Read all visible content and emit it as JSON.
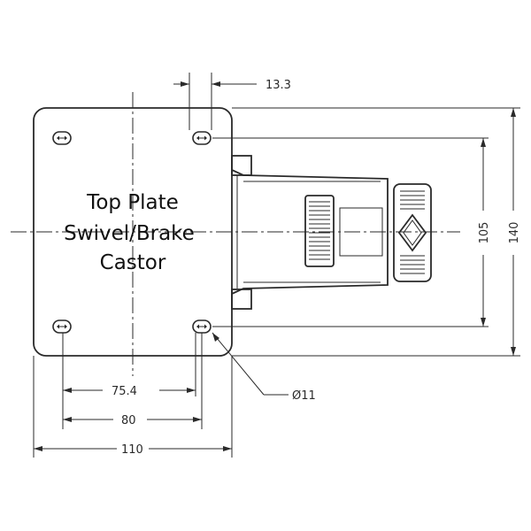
{
  "title_lines": [
    "Top Plate",
    "Swivel/Brake",
    "Castor"
  ],
  "dimensions": {
    "hole_offset": "13.3",
    "hole_span_inner": "75.4",
    "hole_span": "80",
    "plate_width": "110",
    "hole_height": "105",
    "plate_height": "140",
    "hole_diameter": "Ø11"
  }
}
